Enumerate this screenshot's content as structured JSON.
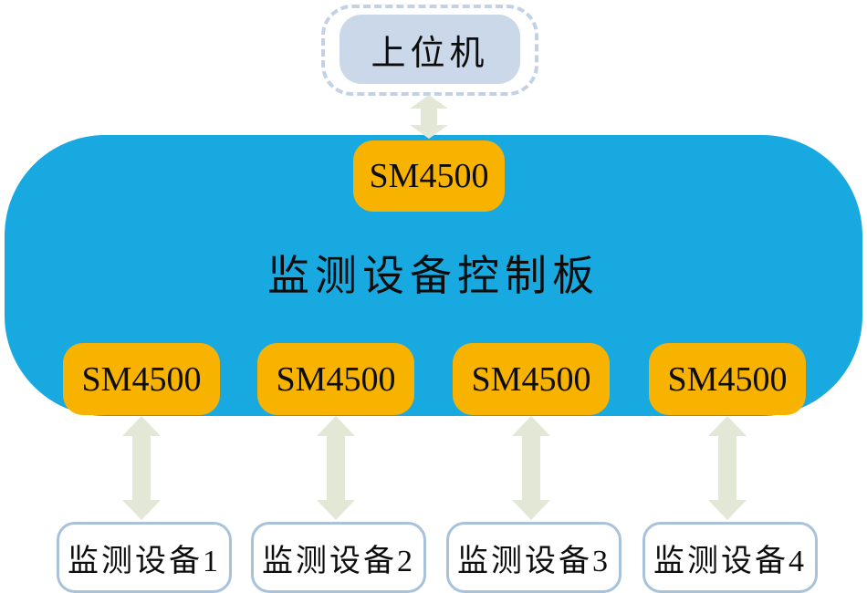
{
  "host": {
    "label": "上位机"
  },
  "board": {
    "label": "监测设备控制板"
  },
  "modules": {
    "top": "SM4500",
    "bottom": [
      "SM4500",
      "SM4500",
      "SM4500",
      "SM4500"
    ]
  },
  "devices": [
    "监测设备1",
    "监测设备2",
    "监测设备3",
    "监测设备4"
  ],
  "colors": {
    "board_fill": "#19A9E1",
    "module_fill": "#F8B301",
    "host_fill": "#CBD8EA",
    "host_dash_border": "#C3D1E4",
    "device_border": "#A8C2DB",
    "arrow_fill": "#E3E8D6",
    "text": "#0D0D0D"
  }
}
